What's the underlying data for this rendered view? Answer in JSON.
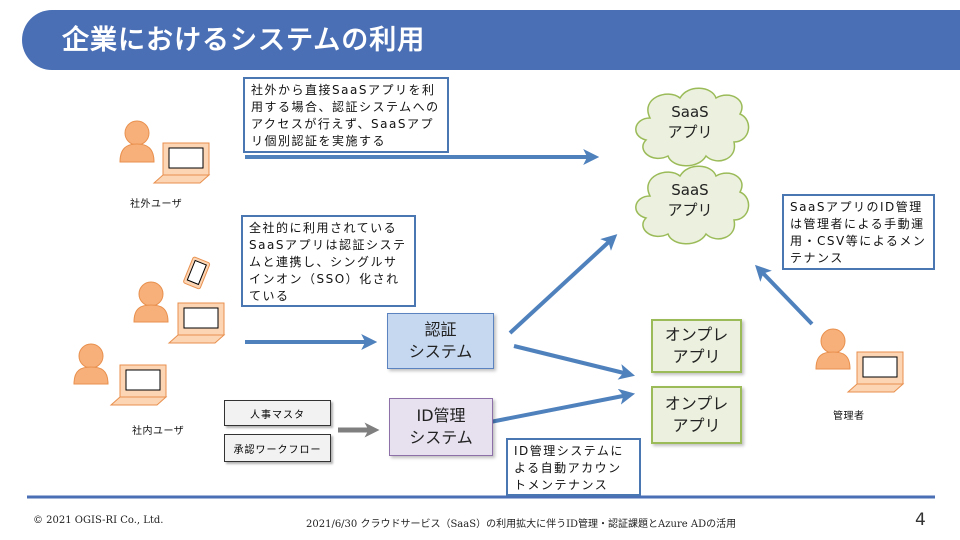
{
  "header": {
    "title": "企業におけるシステムの利用"
  },
  "users": {
    "external": "社外ユーザ",
    "internal": "社内ユーザ",
    "admin": "管理者"
  },
  "callouts": {
    "external_note": "社外から直接SaaSアプリを利用する場合、認証システムへのアクセスが行えず、SaaSアプリ個別認証を実施する",
    "internal_note": "全社的に利用されているSaaSアプリは認証システムと連携し、シングルサインオン（SSO）化されている",
    "admin_note": "SaaSアプリのID管理は管理者による手動運用・CSV等によるメンテナンス",
    "idm_note": "ID管理システムによる自動アカウントメンテナンス"
  },
  "systems": {
    "auth": "認証\nシステム",
    "idm": "ID管理\nシステム"
  },
  "sources": {
    "hr_master": "人事マスタ",
    "approval_workflow": "承認ワークフロー"
  },
  "apps": {
    "saas_1": "SaaS\nアプリ",
    "saas_2": "SaaS\nアプリ",
    "onprem_1": "オンプレ\nアプリ",
    "onprem_2": "オンプレ\nアプリ"
  },
  "colors": {
    "accent": "#4a6fb5",
    "arrow": "#4f81bd",
    "cloud_fill": "#ebf1de",
    "cloud_stroke": "#9bbb59",
    "person": "#f5a56b"
  },
  "footer": {
    "copyright": "© 2021 OGIS-RI Co., Ltd.",
    "subtitle": "2021/6/30 クラウドサービス（SaaS）の利用拡大に伴うID管理・認証課題とAzure ADの活用",
    "page_number": "4"
  }
}
